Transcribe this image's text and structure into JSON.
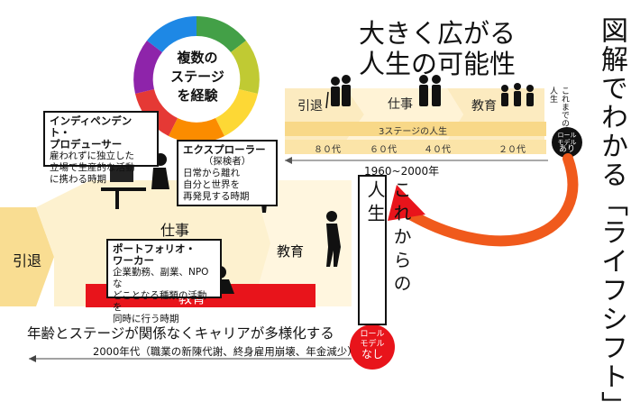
{
  "side_title": "図解でわかる「ライフシフト」",
  "top_header": {
    "line1": "大きく広がる",
    "line2": "人生の可能性"
  },
  "wheel_label": {
    "line1": "複数の",
    "line2": "ステージ",
    "line3": "を経験"
  },
  "old_model": {
    "stages": [
      "引退",
      "仕事",
      "教育"
    ],
    "caption": "3ステージの人生",
    "ages": [
      "８０代",
      "６０代",
      "４０代",
      "２０代"
    ],
    "vertical_label": "これまでの人生",
    "role_model": {
      "line1": "ロール",
      "line2": "モデル",
      "line3": "あり"
    },
    "era": "1960~2000年"
  },
  "new_model": {
    "stages": {
      "retire": "引退",
      "work": "仕事",
      "edu": "教育",
      "edu_red": "教育"
    },
    "vertical_label": "これからの人生",
    "role_model": {
      "line1": "ロール",
      "line2": "モデル",
      "line3": "なし"
    },
    "caption": "年齢とステージが関係なくキャリアが多様化する",
    "era": "2000年代（職業の新陳代謝、終身雇用崩壊、年金減少）"
  },
  "boxes": {
    "independent": {
      "title1": "インディペンデント・",
      "title2": "プロデューサー",
      "body": [
        "雇われずに独立した",
        "立場で生産的な活動",
        "に携わる時期"
      ]
    },
    "explorer": {
      "title": "エクスプローラー",
      "sub": "（探検者）",
      "body": [
        "日常から離れ",
        "自分と世界を",
        "再発見する時期"
      ]
    },
    "portfolio": {
      "title1": "ポートフォリオ・",
      "title2": "ワーカー",
      "body": [
        "企業勤務、副業、NPOな",
        "どことなる種類の活動を",
        "同時に行う時期"
      ]
    }
  },
  "colors": {
    "band_light": "#fdf1cf",
    "band_mid": "#f9dd92",
    "band_pale": "#fff6df",
    "red": "#e8141b",
    "accent_arrow": "#f05a1c",
    "wheel": [
      "#e53935",
      "#8e24aa",
      "#1e88e5",
      "#43a047",
      "#c0ca33",
      "#fdd835",
      "#fb8c00"
    ]
  }
}
